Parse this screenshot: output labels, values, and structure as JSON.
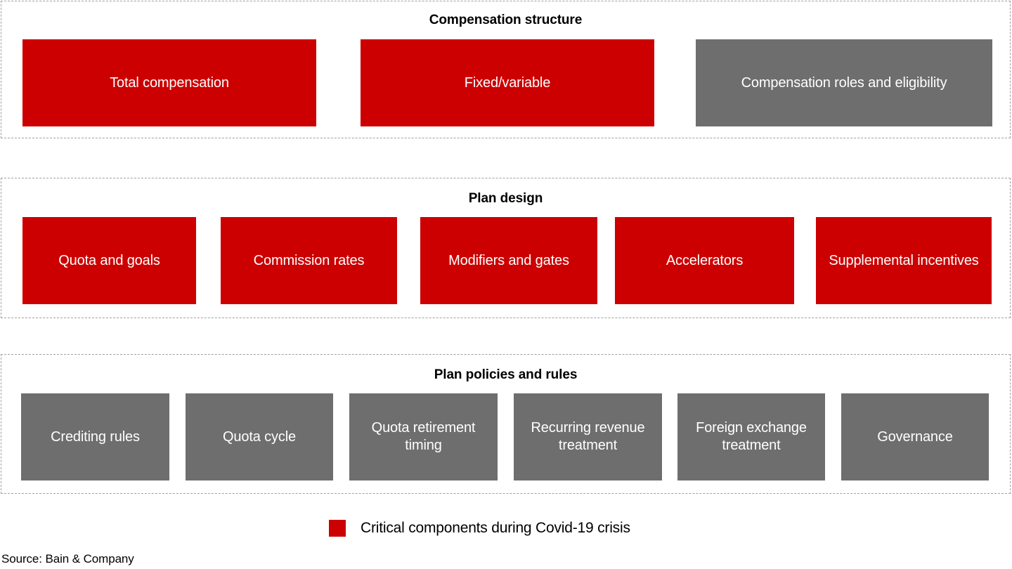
{
  "legend": {
    "swatch_color": "#cc0000",
    "label": "Critical components during Covid-19 crisis"
  },
  "source": {
    "text": "Source: Bain & Company"
  },
  "colors": {
    "critical": "#cc0000",
    "standard": "#6e6e6e",
    "section_border": "#a0a0a0",
    "text_on_node": "#ffffff",
    "page_background": "#ffffff"
  },
  "sections": [
    {
      "id": "compensation-structure",
      "title": "Compensation structure",
      "nodes": [
        {
          "label": "Total compensation",
          "type": "critical"
        },
        {
          "label": "Fixed/variable",
          "type": "critical"
        },
        {
          "label": "Compensation roles and eligibility",
          "type": "standard"
        }
      ]
    },
    {
      "id": "plan-design",
      "title": "Plan design",
      "nodes": [
        {
          "label": "Quota and goals",
          "type": "critical"
        },
        {
          "label": "Commission rates",
          "type": "critical"
        },
        {
          "label": "Modifiers and gates",
          "type": "critical"
        },
        {
          "label": "Accelerators",
          "type": "critical"
        },
        {
          "label": "Supplemental incentives",
          "type": "critical"
        }
      ]
    },
    {
      "id": "plan-policies-and-rules",
      "title": "Plan policies and rules",
      "nodes": [
        {
          "label": "Crediting rules",
          "type": "standard"
        },
        {
          "label": "Quota cycle",
          "type": "standard"
        },
        {
          "label": "Quota retirement timing",
          "type": "standard"
        },
        {
          "label": "Recurring revenue treatment",
          "type": "standard"
        },
        {
          "label": "Foreign exchange treatment",
          "type": "standard"
        },
        {
          "label": "Governance",
          "type": "standard"
        }
      ]
    }
  ]
}
